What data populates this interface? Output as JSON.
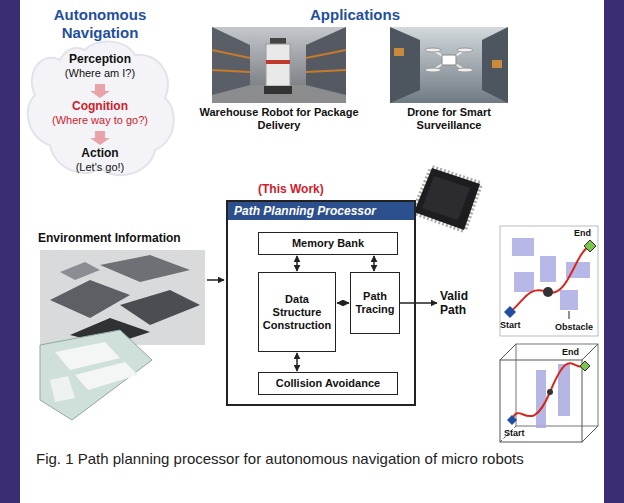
{
  "diagram": {
    "caption": "Fig. 1 Path planning processor for autonomous navigation of micro robots",
    "nodes": [
      {
        "text": [
          "Path Planning Processor"
        ]
      },
      {
        "text": [
          "Memory Bank"
        ],
        "in": 0
      },
      {
        "text": [
          "Data Structure Construction"
        ],
        "in": 0
      },
      {
        "text": [
          "Path Tracing"
        ],
        "in": 0
      },
      {
        "text": [
          "Collision Avoidance"
        ],
        "in": 0
      }
    ],
    "edges": [
      {
        "from": 1,
        "to": 2,
        "arrow": "both"
      },
      {
        "from": 1,
        "to": 3,
        "arrow": "both"
      },
      {
        "from": 2,
        "to": 3,
        "arrow": "both"
      },
      {
        "from": 2,
        "to": 4,
        "arrow": "both"
      }
    ],
    "labels": [
      "Autonomous Navigation",
      "Perception",
      "(Where am I?)",
      "Cognition",
      "(Where way to go?)",
      "Action",
      "(Let's go!)",
      "Applications",
      "Warehouse Robot for Package Delivery",
      "Drone for Smart Surveillance",
      "(This Work)",
      "Environment Information",
      "Valid Path",
      "End",
      "Start",
      "Obstacle",
      "End",
      "Start"
    ]
  }
}
